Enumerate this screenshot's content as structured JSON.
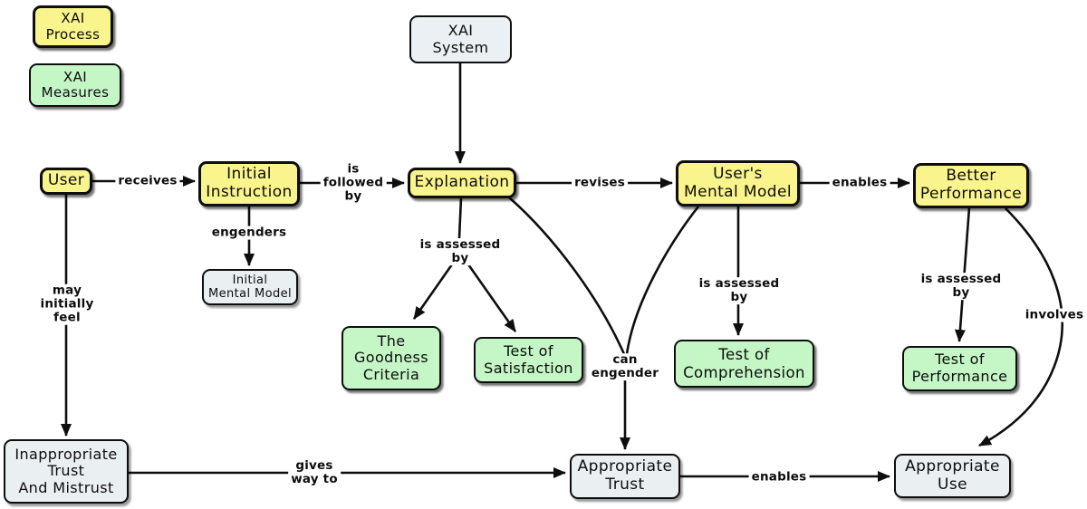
{
  "legend": {
    "process_label": "XAI\nProcess",
    "measures_label": "XAI\nMeasures"
  },
  "colors": {
    "process_fill": "#FAF48C",
    "measure_fill": "#C4F6C6",
    "artifact_fill": "#EAEFF2",
    "edge_stroke": "#0e0e0e"
  },
  "nodes": {
    "xai_system": {
      "label": "XAI\nSystem",
      "type": "artifact"
    },
    "user": {
      "label": "User",
      "type": "process"
    },
    "initial_instruction": {
      "label": "Initial\nInstruction",
      "type": "process"
    },
    "explanation": {
      "label": "Explanation",
      "type": "process"
    },
    "users_mental_model": {
      "label": "User's\nMental Model",
      "type": "process"
    },
    "better_performance": {
      "label": "Better\nPerformance",
      "type": "process"
    },
    "initial_mental_model": {
      "label": "Initial\nMental Model",
      "type": "artifact"
    },
    "goodness_criteria": {
      "label": "The\nGoodness\nCriteria",
      "type": "measure"
    },
    "test_satisfaction": {
      "label": "Test of\nSatisfaction",
      "type": "measure"
    },
    "test_comprehension": {
      "label": "Test of\nComprehension",
      "type": "measure"
    },
    "test_performance": {
      "label": "Test of\nPerformance",
      "type": "measure"
    },
    "inappropriate_trust": {
      "label": "Inappropriate\nTrust\nAnd Mistrust",
      "type": "artifact"
    },
    "appropriate_trust": {
      "label": "Appropriate\nTrust",
      "type": "artifact"
    },
    "appropriate_use": {
      "label": "Appropriate\nUse",
      "type": "artifact"
    }
  },
  "edge_labels": {
    "receives": "receives",
    "is_followed_by": "is\nfollowed\nby",
    "engenders": "engenders",
    "may_initially_feel": "may\ninitially\nfeel",
    "revises": "revises",
    "enables_top": "enables",
    "is_assessed_by_explanation": "is assessed\nby",
    "is_assessed_by_mental_model": "is assessed\nby",
    "is_assessed_by_performance": "is assessed\nby",
    "can_engender": "can\nengender",
    "involves": "involves",
    "gives_way_to": "gives\nway to",
    "enables_bottom": "enables"
  }
}
